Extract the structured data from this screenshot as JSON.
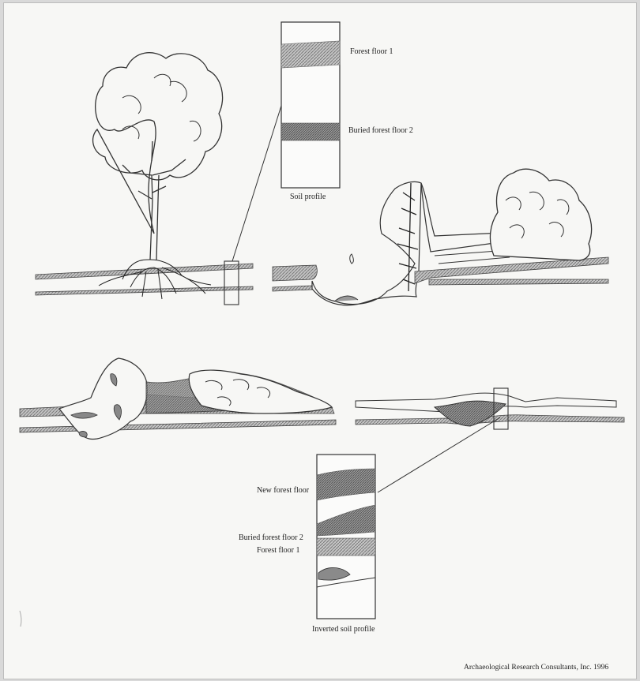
{
  "labels": {
    "top_profile": {
      "forest_floor_1": "Forest floor 1",
      "buried_forest_floor_2": "Buried forest floor 2",
      "caption": "Soil profile"
    },
    "bottom_profile": {
      "new_forest_floor": "New forest floor",
      "buried_forest_floor_2": "Buried forest floor 2",
      "forest_floor_1": "Forest floor 1",
      "caption": "Inverted soil profile"
    },
    "credit": "Archaeological Research Consultants, Inc. 1996"
  },
  "colors": {
    "ink": "#333333",
    "paper": "#f7f7f5",
    "soil_band_dark": "#8d8d8d",
    "soil_band_light": "#b9b9b9",
    "foliage_fill": "#f7f7f5"
  }
}
